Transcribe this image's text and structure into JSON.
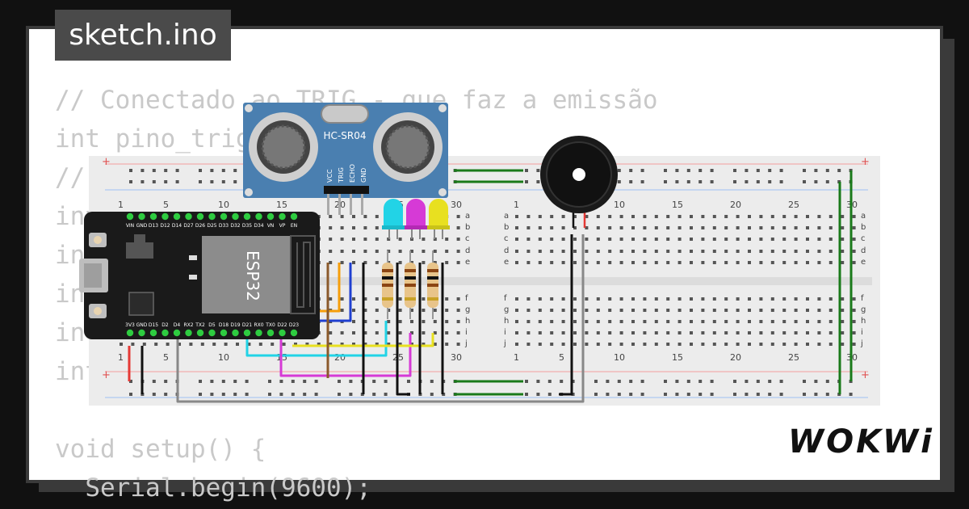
{
  "header": {
    "title": "sketch.ino"
  },
  "code": {
    "lines": [
      "// Conectado ao TRIG - que faz a emissão",
      "int pino_trig",
      "//",
      "int",
      "int",
      "int",
      "int",
      "int",
      "",
      "void setup() {",
      "  Serial.begin(9600);"
    ]
  },
  "breadboard": {
    "column_numbers": [
      "1",
      "5",
      "10",
      "15",
      "20",
      "25",
      "30"
    ],
    "row_letters_top": [
      "a",
      "b",
      "c",
      "d",
      "e"
    ],
    "row_letters_bottom": [
      "f",
      "g",
      "h",
      "i",
      "j"
    ],
    "rail_plus": "+",
    "rail_minus": "−"
  },
  "sensor": {
    "label": "HC-SR04",
    "pins": [
      "VCC",
      "TRIG",
      "ECHO",
      "GND"
    ]
  },
  "mcu": {
    "label": "ESP32",
    "top_pins": [
      "VIN",
      "GND",
      "D13",
      "D12",
      "D14",
      "D27",
      "D26",
      "D25",
      "D33",
      "D32",
      "D35",
      "D34",
      "VN",
      "VP",
      "EN"
    ],
    "bottom_pins": [
      "3V3",
      "GND",
      "D15",
      "D2",
      "D4",
      "RX2",
      "TX2",
      "D5",
      "D18",
      "D19",
      "D21",
      "RX0",
      "TX0",
      "D22",
      "D23"
    ]
  },
  "leds": {
    "colors": [
      "#22d3e6",
      "#d63ad6",
      "#e8e020"
    ]
  },
  "wires": {
    "colors": [
      "#e53935",
      "#111111",
      "#f59e0b",
      "#1f3fd0",
      "#22d3e6",
      "#d63ad6",
      "#e8e020",
      "#8b5a2b",
      "#888888",
      "#1a7a1a"
    ]
  },
  "brand": {
    "name": "WOKWi"
  }
}
